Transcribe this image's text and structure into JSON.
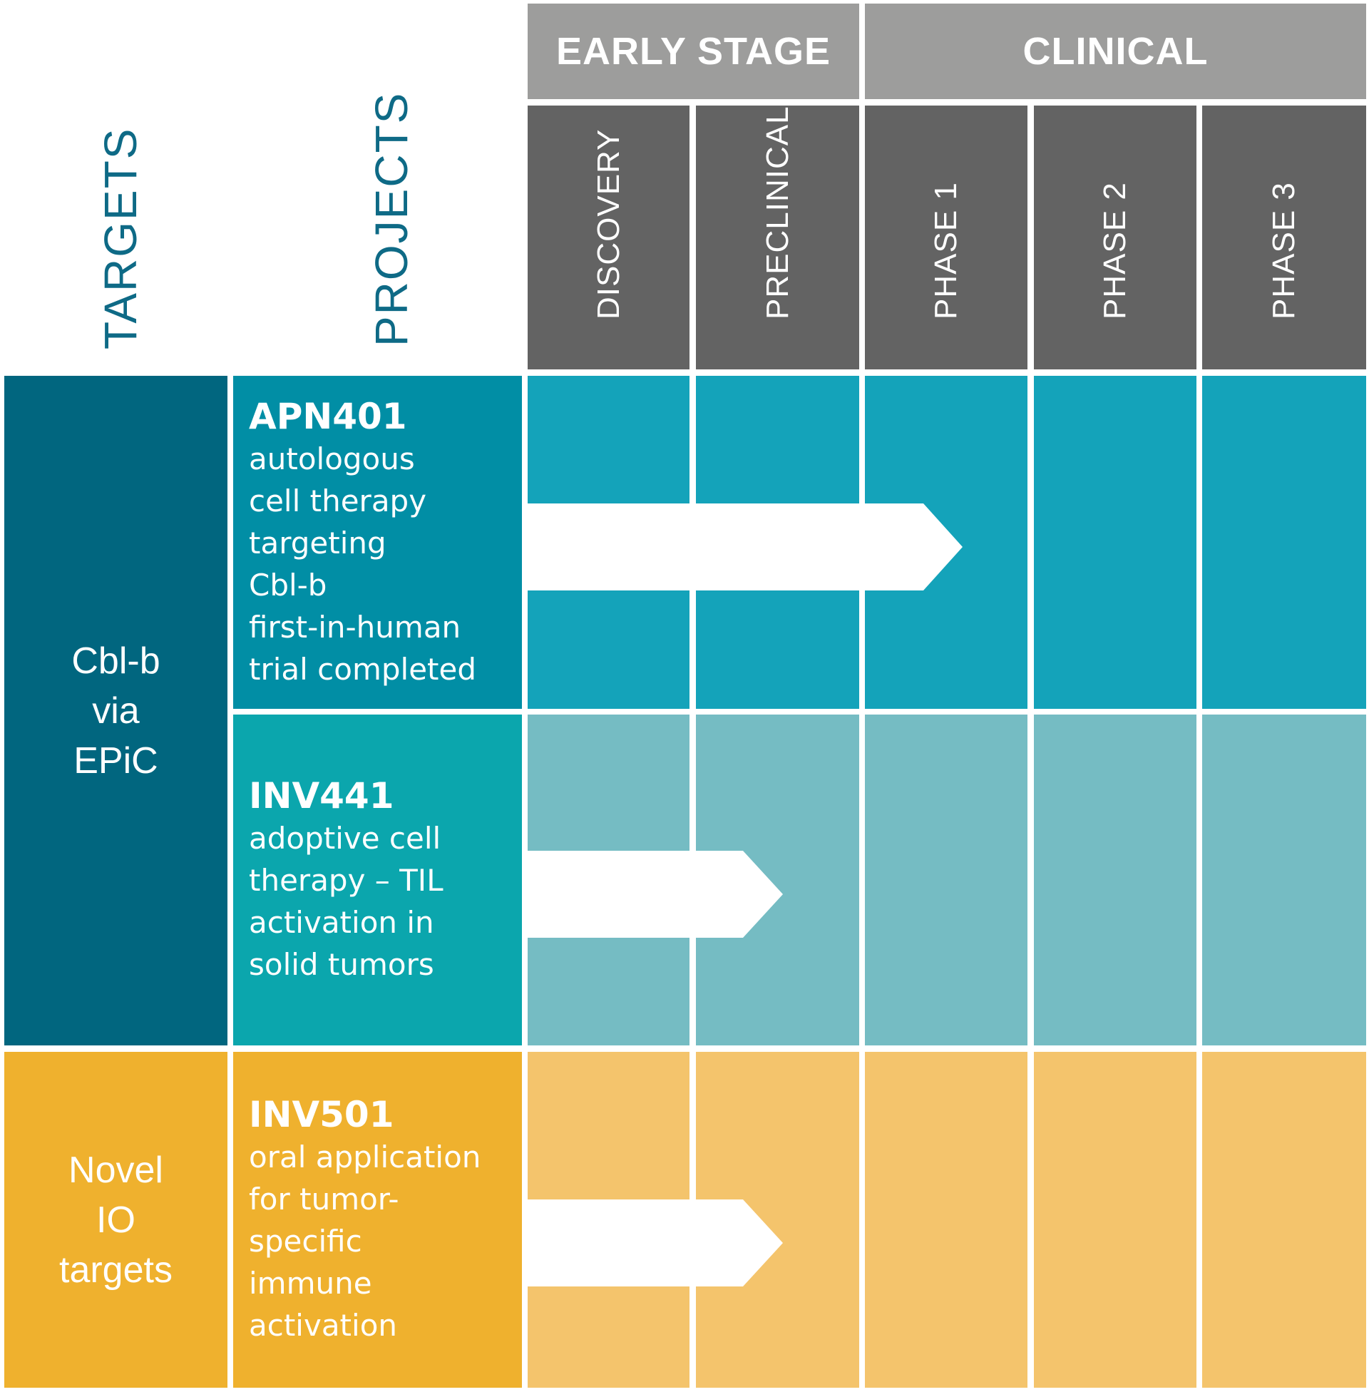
{
  "axis_titles": {
    "targets": "TARGETS",
    "projects": "PROJECTS"
  },
  "stage_groups": [
    {
      "label": "EARLY STAGE"
    },
    {
      "label": "CLINICAL"
    }
  ],
  "phases": [
    "DISCOVERY",
    "PRECLINICAL",
    "PHASE 1",
    "PHASE 2",
    "PHASE 3"
  ],
  "targets": [
    {
      "lines": [
        "Cbl-b",
        "via",
        "EPiC"
      ],
      "color": "#01667f"
    },
    {
      "lines": [
        "Novel",
        "IO",
        "targets"
      ],
      "color": "#efb12e"
    }
  ],
  "projects": [
    {
      "name": "APN401",
      "description": "autologous\ncell therapy\ntargeting\nCbl-b\nfirst-in-human\ntrial completed",
      "stage_reached": "PHASE 1",
      "progress_phases": 2.6,
      "color": "#018ea5",
      "cell_color": "#14a3ba"
    },
    {
      "name": "INV441",
      "description": "adoptive cell\ntherapy – TIL\nactivation in\nsolid tumors",
      "stage_reached": "PRECLINICAL",
      "progress_phases": 1.5,
      "color": "#0ba6ad",
      "cell_color": "#75bcc3"
    },
    {
      "name": "INV501",
      "description": "oral application\nfor tumor-\nspecific\nimmune\nactivation",
      "stage_reached": "PRECLINICAL",
      "progress_phases": 1.5,
      "color": "#efb12e",
      "cell_color": "#f4c46c"
    }
  ]
}
